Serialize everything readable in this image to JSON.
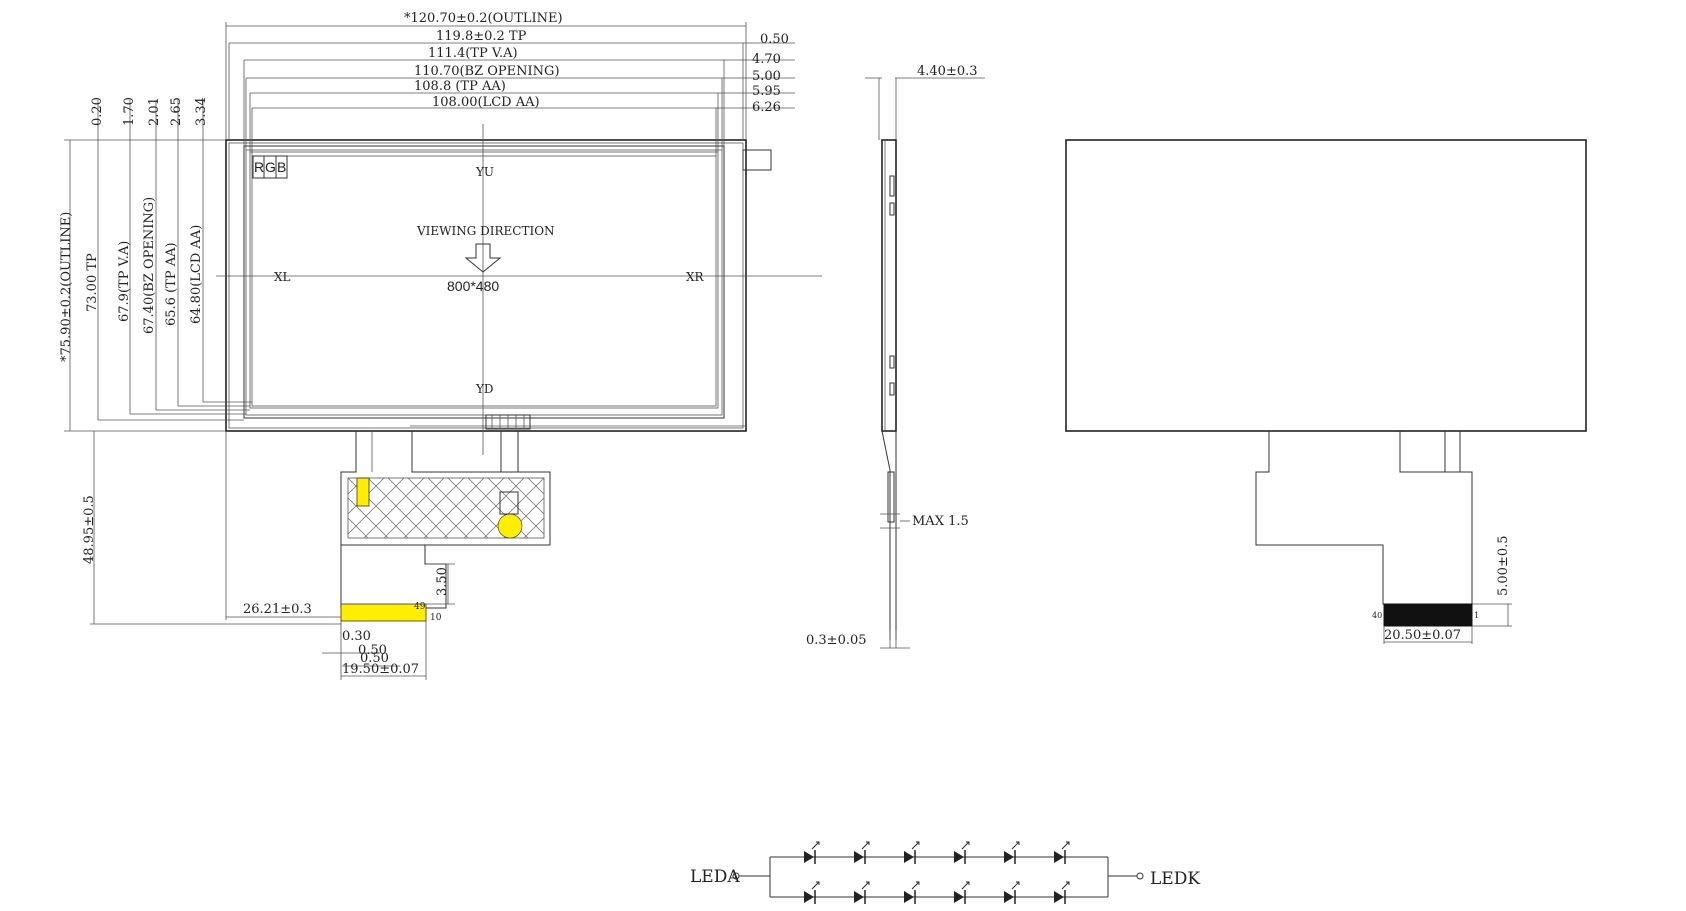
{
  "front": {
    "top_dims": [
      {
        "text": "*120.70±0.2(OUTLINE)",
        "right": "0.50"
      },
      {
        "text": "119.8±0.2 TP",
        "right": "4.70"
      },
      {
        "text": "111.4(TP V.A)",
        "right": "5.00"
      },
      {
        "text": "110.70(BZ OPENING)",
        "right": "5.95"
      },
      {
        "text": "108.8 (TP AA)",
        "right": "6.26"
      },
      {
        "text": "108.00(LCD AA)",
        "right": ""
      }
    ],
    "left_dims": [
      "*75.90±0.2(OUTLINE)",
      "73.00 TP",
      "67.9(TP V.A)",
      "67.40(BZ OPENING)",
      "65.6 (TP AA)",
      "64.80(LCD AA)"
    ],
    "top_left_offsets": [
      "0.20",
      "1.70",
      "2.01",
      "2.65",
      "3.34"
    ],
    "rgb": [
      "R",
      "G",
      "B"
    ],
    "yu": "YU",
    "yd": "YD",
    "xl": "XL",
    "xr": "XR",
    "viewing": "VIEWING DIRECTION",
    "resolution": "800*480",
    "fpc_height": "48.95±0.5",
    "fpc_offset": "26.21±0.3",
    "fpc_pitch_a": "0.30",
    "fpc_pitch_b": "0.50",
    "fpc_pitch_c": "0.50",
    "fpc_width": "19.50±0.07",
    "fpc_pin_top": "3.50",
    "pin_49": "49",
    "pin_10": "10"
  },
  "side": {
    "thickness": "4.40±0.3",
    "max": "MAX 1.5",
    "fpc_thk": "0.3±0.05"
  },
  "back": {
    "fpc_len": "5.00±0.5",
    "fpc_width": "20.50±0.07",
    "pin_40": "40",
    "pin_1": "1"
  },
  "led": {
    "anode": "LEDA",
    "cathode": "LEDK"
  },
  "colors": {
    "yellow": "#ffee00",
    "line": "#333333"
  }
}
